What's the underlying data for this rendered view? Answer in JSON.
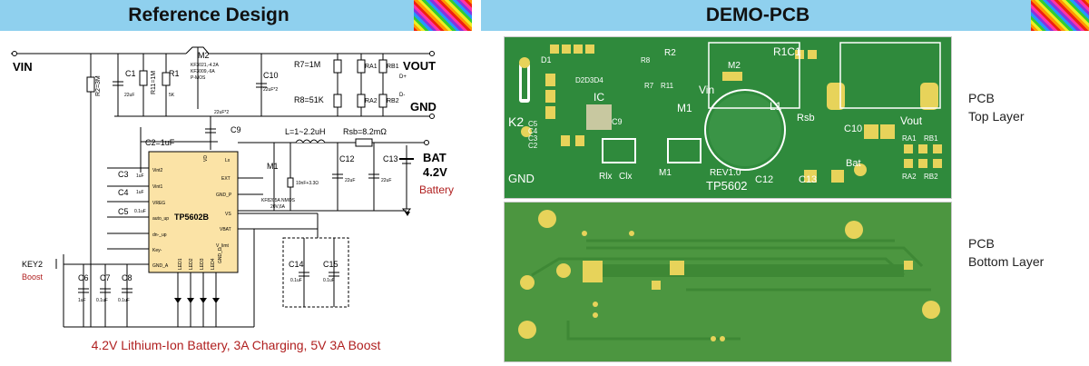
{
  "left_panel": {
    "title": "Reference Design",
    "caption": "4.2V Lithium-Ion Battery, 3A Charging, 5V 3A Boost",
    "schematic": {
      "nets": {
        "vin": "VIN",
        "vout": "VOUT",
        "gnd": "GND",
        "bat": "BAT",
        "bat_v": "4.2V",
        "battery": "Battery",
        "d_plus": "D+",
        "d_minus": "D-"
      },
      "ic": "TP5602B",
      "ic_pins_left": [
        "Vint2",
        "Vint1",
        "VREG",
        "auto_up",
        "dn-_up",
        "Key-",
        "GND_A"
      ],
      "ic_pins_right": [
        "Lx",
        "EXT",
        "GND_P",
        "VS",
        "VBAT",
        "V_limt",
        "GND_D"
      ],
      "ic_pins_top": [
        "VD"
      ],
      "ic_pins_bottom": [
        "LED1",
        "LED2",
        "LED3",
        "LED4"
      ],
      "components": {
        "m2": "M2",
        "m2_spec1": "KF3021,-4.2A",
        "m2_spec2": "KF3009,-6A",
        "m2_spec3": "P-MOS",
        "r2": "R2=3M",
        "r11": "R11=1M",
        "r1": "R1",
        "r1_val": "5K",
        "c1": "C1",
        "c1_val": "22uF",
        "c10": "C10",
        "c10_val": "22uF*2",
        "c10_val2": "22uF*2",
        "c9": "C9",
        "r7": "R7=1M",
        "r8": "R8=51K",
        "ra1": "RA1",
        "rb1": "RB1",
        "ra2": "RA2",
        "rb2": "RB2",
        "c2": "C2=1uF",
        "l": "L=1~2.2uH",
        "rsb": "Rsb=8.2mΩ",
        "c3": "C3",
        "c3_val": "1uF",
        "c4": "C4",
        "c4_val": "1uF",
        "c5": "C5",
        "c5_val": "0.1uF",
        "m1": "M1",
        "m1_spec": "KF8205A NMOS",
        "m1_spec2": "20V,6A",
        "snub": "10nF+3.3Ω",
        "c12": "C12",
        "c12_val": "22uF",
        "c13": "C13",
        "c13_val": "22uF",
        "c14": "C14",
        "c14_val": "0.1uF",
        "c15": "C15",
        "c15_val": "0.1uF",
        "key2": "KEY2",
        "boost": "Boost",
        "c6": "C6",
        "c6_val": "1uF",
        "c7": "C7",
        "c7_val": "0.1uF",
        "c8": "C8",
        "c8_val": "0.1uF"
      }
    }
  },
  "right_panel": {
    "title": "DEMO-PCB",
    "top_label_1": "PCB",
    "top_label_2": "Top Layer",
    "bottom_label_1": "PCB",
    "bottom_label_2": "Bottom Layer",
    "silkscreen": {
      "d1": "D1",
      "d2d3d4": "D2D3D4",
      "r2": "R2",
      "r8": "R8",
      "r7": "R7",
      "r11": "R11",
      "vin": "Vin",
      "r1c1": "R1C1",
      "m2": "M2",
      "ic": "IC",
      "c9": "C9",
      "m1a": "M1",
      "k2": "K2",
      "c5": "C5",
      "c4": "C4",
      "c3": "C3",
      "c2": "C2",
      "gnd": "GND",
      "rlx": "Rlx",
      "clx": "Clx",
      "m1b": "M1",
      "rev": "REV1.0",
      "tp": "TP5602",
      "l1": "L1",
      "rsb": "Rsb",
      "c12": "C12",
      "c13": "C13",
      "bat": "Bat",
      "c10": "C10",
      "vout": "Vout",
      "ra1": "RA1",
      "rb1": "RB1",
      "ra2": "RA2",
      "rb2": "RB2"
    }
  },
  "colors": {
    "header": "#8fd0ee",
    "caption": "#b02020",
    "pcb_top": "#2f8a3c",
    "pcb_bottom": "#4c9640",
    "pad": "#e7d35a",
    "silk": "#ffffff"
  }
}
